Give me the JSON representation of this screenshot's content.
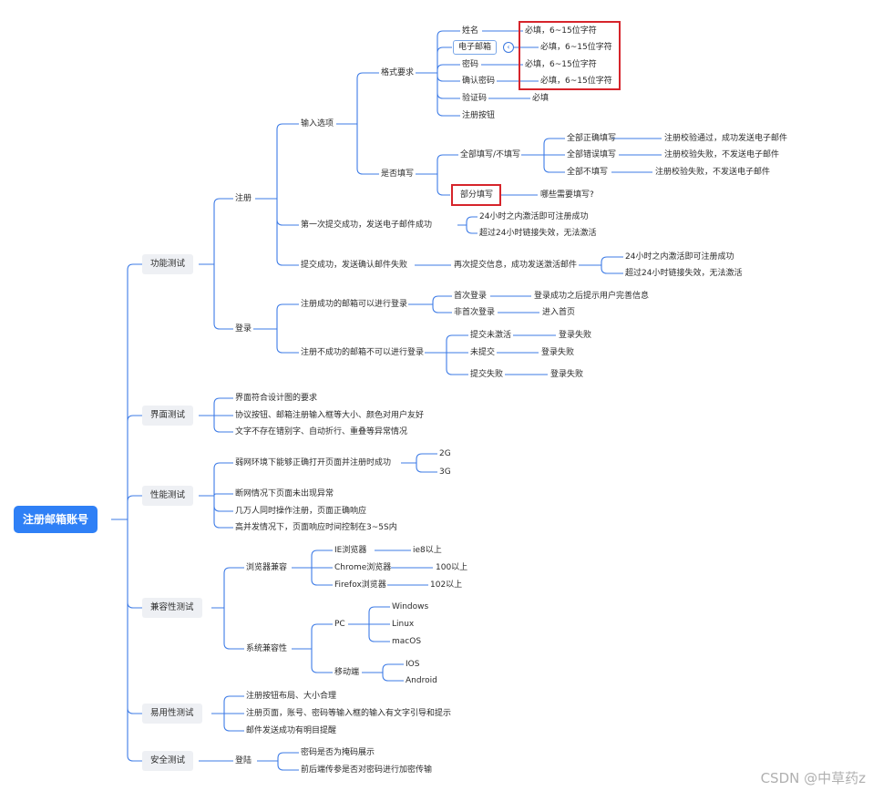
{
  "root": "注册邮箱账号",
  "categories": {
    "func": "功能测试",
    "ui": "界面测试",
    "perf": "性能测试",
    "compat": "兼容性测试",
    "usab": "易用性测试",
    "sec": "安全测试"
  },
  "func": {
    "register": "注册",
    "input_options": "输入选项",
    "format_req": "格式要求",
    "fields": {
      "name": "姓名",
      "email": "电子邮箱",
      "pwd": "密码",
      "confirm": "确认密码",
      "code": "验证码",
      "btn": "注册按钮"
    },
    "rules": {
      "name": "必填，6~15位字符",
      "email": "必填，6~15位字符",
      "pwd": "必填，6~15位字符",
      "confirm": "必填，6~15位字符",
      "code": "必填"
    },
    "fill": "是否填写",
    "all_fill": "全部填写/不填写",
    "all_correct": "全部正确填写",
    "all_correct_r": "注册校验通过，成功发送电子邮件",
    "all_wrong": "全部错误填写",
    "all_wrong_r": "注册校验失败，不发送电子邮件",
    "all_empty": "全部不填写",
    "all_empty_r": "注册校验失败，不发送电子邮件",
    "partial": "部分填写",
    "partial_r": "哪些需要填写?",
    "first_submit": "第一次提交成功，发送电子邮件成功",
    "fs_1": "24小时之内激活即可注册成功",
    "fs_2": "超过24小时链接失效，无法激活",
    "submit_fail": "提交成功，发送确认邮件失败",
    "resubmit": "再次提交信息，成功发送激活邮件",
    "rs_1": "24小时之内激活即可注册成功",
    "rs_2": "超过24小时链接失效，无法激活",
    "login": "登录",
    "ok_login": "注册成功的邮箱可以进行登录",
    "first_login": "首次登录",
    "first_login_r": "登录成功之后提示用户完善信息",
    "not_first": "非首次登录",
    "not_first_r": "进入首页",
    "bad_login": "注册不成功的邮箱不可以进行登录",
    "not_active": "提交未激活",
    "not_active_r": "登录失败",
    "not_submit": "未提交",
    "not_submit_r": "登录失败",
    "submit_fail2": "提交失败",
    "submit_fail2_r": "登录失败"
  },
  "ui": {
    "i1": "界面符合设计图的要求",
    "i2": "协议按钮、邮箱注册输入框等大小、颜色对用户友好",
    "i3": "文字不存在错别字、自动折行、重叠等异常情况"
  },
  "perf": {
    "weak": "弱网环境下能够正确打开页面并注册时成功",
    "g2": "2G",
    "g3": "3G",
    "offline": "断网情况下页面未出现异常",
    "many": "几万人同时操作注册，页面正确响应",
    "concurrent": "高并发情况下，页面响应时间控制在3~5S内"
  },
  "compat": {
    "browser": "浏览器兼容",
    "ie": "IE浏览器",
    "ie_v": "ie8以上",
    "chrome": "Chrome浏览器",
    "chrome_v": "100以上",
    "firefox": "Firefox浏览器",
    "firefox_v": "102以上",
    "system": "系统兼容性",
    "pc": "PC",
    "windows": "Windows",
    "linux": "Linux",
    "macos": "macOS",
    "mobile": "移动端",
    "ios": "IOS",
    "android": "Android"
  },
  "usab": {
    "i1": "注册按钮布局、大小合理",
    "i2": "注册页面，账号、密码等输入框的输入有文字引导和提示",
    "i3": "邮件发送成功有明目提醒"
  },
  "sec": {
    "login": "登陆",
    "i1": "密码是否为掩码展示",
    "i2": "前后端传参是否对密码进行加密传输"
  },
  "collapse_glyph": "‹",
  "watermark": "CSDN @中草药z",
  "colors": {
    "line": "#3d7be6",
    "root": "#2f80f6",
    "highlight": "#d6242b",
    "category_bg": "#eef0f4"
  }
}
